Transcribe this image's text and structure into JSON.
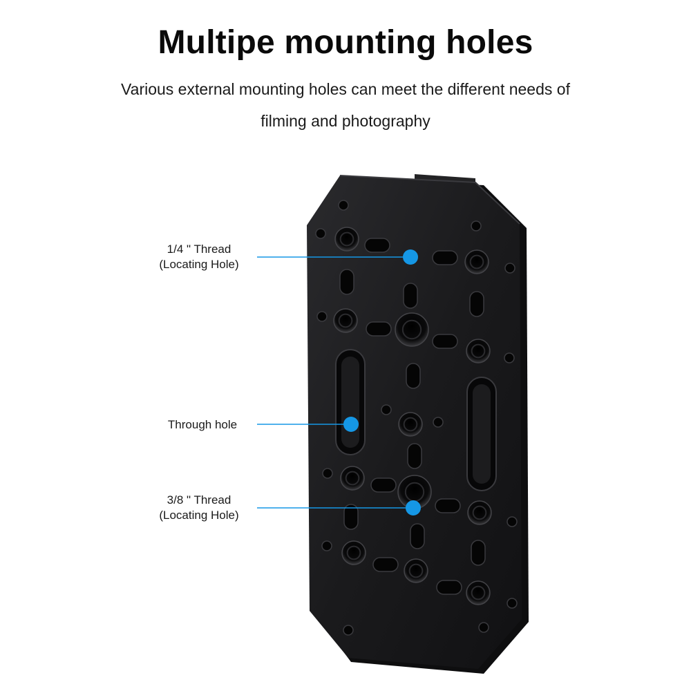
{
  "header": {
    "title": "Multipe mounting holes",
    "subtitle_line1": "Various external mounting holes can meet the different needs of",
    "subtitle_line2": "filming and photography"
  },
  "callouts": [
    {
      "line1": "1/4 \" Thread",
      "line2": "(Locating Hole)"
    },
    {
      "line1": "Through hole",
      "line2": ""
    },
    {
      "line1": "3/8 \" Thread",
      "line2": "(Locating Hole)"
    }
  ],
  "colors": {
    "accent": "#1597e5",
    "plate": "#1b1b1d",
    "plate_edge": "#0d0d0e",
    "hole": "#050505"
  }
}
